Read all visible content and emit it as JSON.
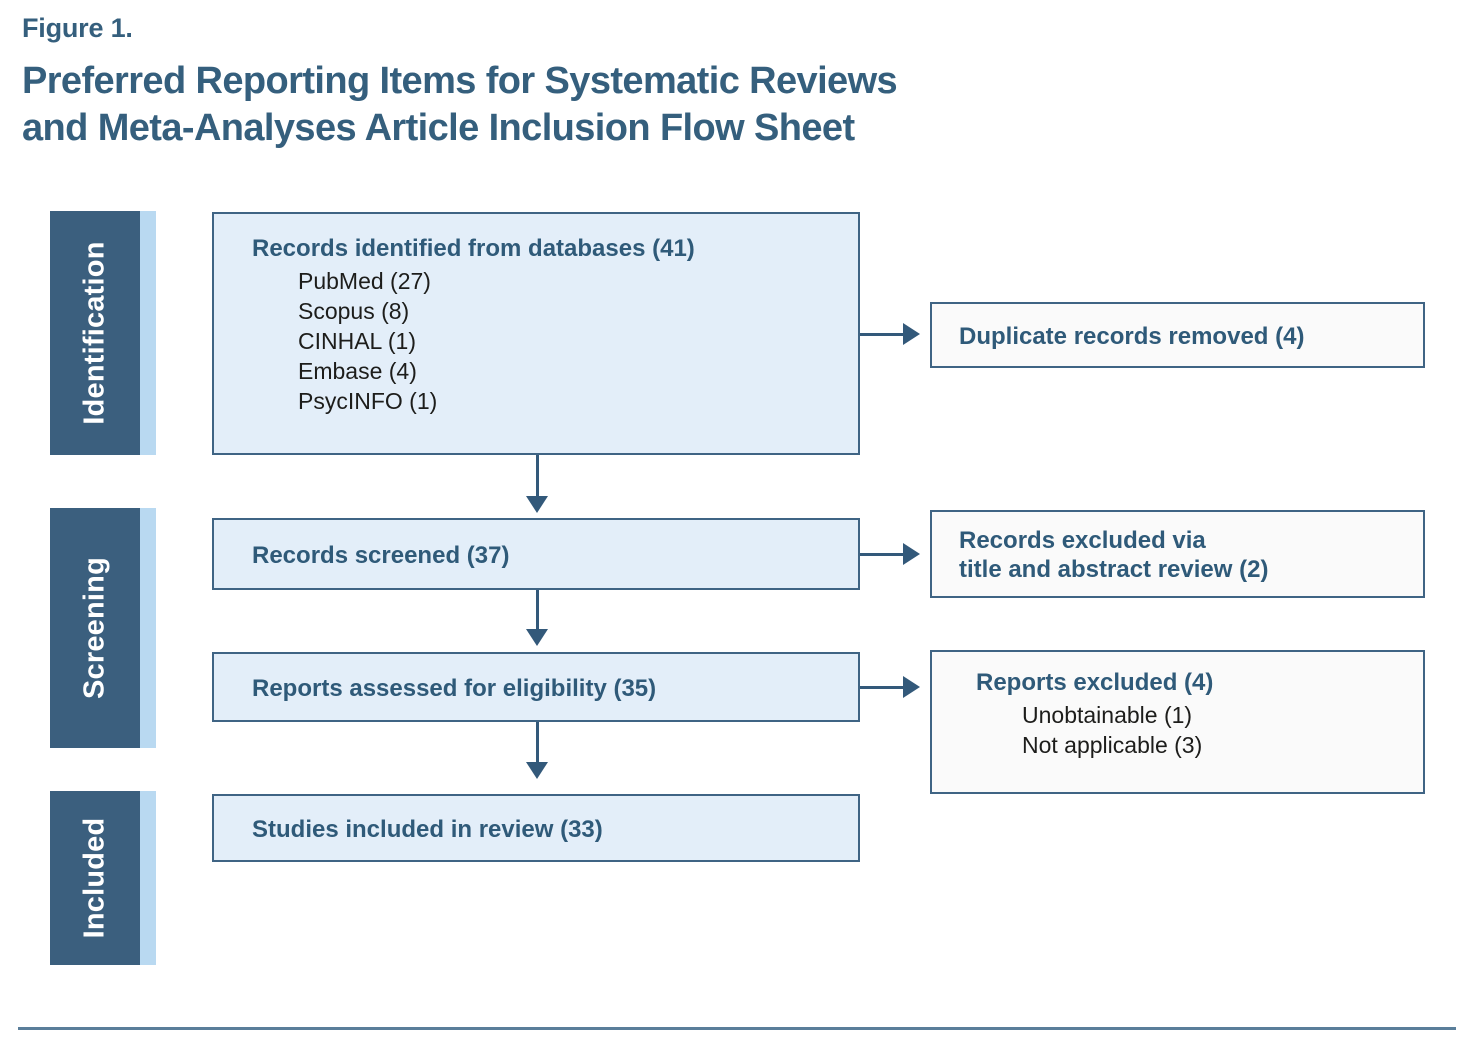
{
  "figure": {
    "number": "Figure 1.",
    "title": "Preferred Reporting Items for Systematic Reviews\nand Meta-Analyses Article Inclusion Flow Sheet"
  },
  "colors": {
    "accent_dark": "#355f7d",
    "stage_bar": "#3b5f7e",
    "stage_stripe": "#b9d9f1",
    "box_fill_primary": "#e3eef9",
    "box_fill_side": "#fafafa",
    "box_border": "#3f6484",
    "connector": "#33597a",
    "sub_text": "#1d1d1b"
  },
  "stages": [
    {
      "id": "identification",
      "label": "Identification"
    },
    {
      "id": "screening",
      "label": "Screening"
    },
    {
      "id": "included",
      "label": "Included"
    }
  ],
  "flow": {
    "identified": {
      "heading": "Records identified from databases (41)",
      "sources": [
        "PubMed (27)",
        "Scopus (8)",
        "CINHAL (1)",
        "Embase (4)",
        "PsycINFO (1)"
      ]
    },
    "screened": {
      "heading": "Records screened (37)"
    },
    "assessed": {
      "heading": "Reports assessed for eligibility (35)"
    },
    "included": {
      "heading": "Studies included in review (33)"
    },
    "duplicates_removed": {
      "heading": "Duplicate records removed (4)"
    },
    "records_excluded": {
      "heading": "Records excluded via\ntitle and abstract review (2)"
    },
    "reports_excluded": {
      "heading": "Reports excluded (4)",
      "reasons": [
        "Unobtainable (1)",
        "Not applicable (3)"
      ]
    }
  },
  "chart_data": {
    "type": "diagram",
    "title": "Preferred Reporting Items for Systematic Reviews and Meta-Analyses Article Inclusion Flow Sheet",
    "stages": [
      "Identification",
      "Screening",
      "Included"
    ],
    "nodes": [
      {
        "id": "identified",
        "stage": "Identification",
        "label": "Records identified from databases",
        "value": 41,
        "breakdown": [
          {
            "label": "PubMed",
            "value": 27
          },
          {
            "label": "Scopus",
            "value": 8
          },
          {
            "label": "CINHAL",
            "value": 1
          },
          {
            "label": "Embase",
            "value": 4
          },
          {
            "label": "PsycINFO",
            "value": 1
          }
        ]
      },
      {
        "id": "duplicates_removed",
        "stage": "Identification",
        "label": "Duplicate records removed",
        "value": 4
      },
      {
        "id": "screened",
        "stage": "Screening",
        "label": "Records screened",
        "value": 37
      },
      {
        "id": "records_excluded",
        "stage": "Screening",
        "label": "Records excluded via title and abstract review",
        "value": 2
      },
      {
        "id": "assessed",
        "stage": "Screening",
        "label": "Reports assessed for eligibility",
        "value": 35
      },
      {
        "id": "reports_excluded",
        "stage": "Screening",
        "label": "Reports excluded",
        "value": 4,
        "breakdown": [
          {
            "label": "Unobtainable",
            "value": 1
          },
          {
            "label": "Not applicable",
            "value": 3
          }
        ]
      },
      {
        "id": "included",
        "stage": "Included",
        "label": "Studies included in review",
        "value": 33
      }
    ],
    "edges": [
      {
        "from": "identified",
        "to": "screened",
        "direction": "down"
      },
      {
        "from": "identified",
        "to": "duplicates_removed",
        "direction": "right"
      },
      {
        "from": "screened",
        "to": "assessed",
        "direction": "down"
      },
      {
        "from": "screened",
        "to": "records_excluded",
        "direction": "right"
      },
      {
        "from": "assessed",
        "to": "included",
        "direction": "down"
      },
      {
        "from": "assessed",
        "to": "reports_excluded",
        "direction": "right"
      }
    ]
  }
}
